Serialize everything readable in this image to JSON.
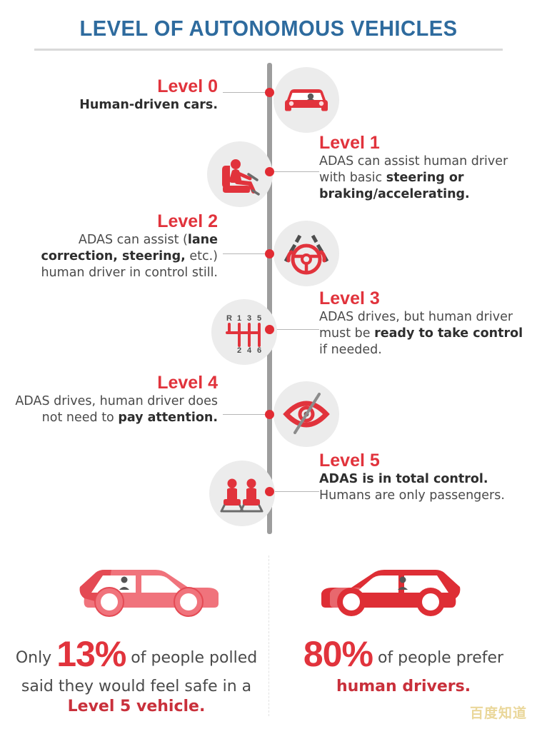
{
  "header": {
    "title": "LEVEL OF AUTONOMOUS VEHICLES",
    "title_color": "#2E6B9E"
  },
  "theme": {
    "accent_red": "#E1333C",
    "timeline_gray": "#9D9D9D",
    "icon_circle_bg": "#ECECEC",
    "body_text": "#4A4A4A"
  },
  "levels": [
    {
      "heading": "Level 0",
      "side": "left",
      "icon": "front-car-icon",
      "body_parts": [
        {
          "text": "Human-driven cars.",
          "bold": true
        }
      ]
    },
    {
      "heading": "Level 1",
      "side": "right",
      "icon": "seated-driver-icon",
      "body_parts": [
        {
          "text": "ADAS can assist human driver with basic ",
          "bold": false
        },
        {
          "text": "steering or braking/accelerating.",
          "bold": true
        }
      ]
    },
    {
      "heading": "Level 2",
      "side": "left",
      "icon": "steering-wheel-lane-icon",
      "body_parts": [
        {
          "text": "ADAS can assist (",
          "bold": false
        },
        {
          "text": "lane correction, steering,",
          "bold": true
        },
        {
          "text": " etc.) human driver in control still.",
          "bold": false
        }
      ]
    },
    {
      "heading": "Level 3",
      "side": "right",
      "icon": "gear-shifter-icon",
      "body_parts": [
        {
          "text": "ADAS drives, but human driver must be ",
          "bold": false
        },
        {
          "text": "ready to take control",
          "bold": true
        },
        {
          "text": " if needed.",
          "bold": false
        }
      ]
    },
    {
      "heading": "Level 4",
      "side": "left",
      "icon": "eye-slash-icon",
      "body_parts": [
        {
          "text": "ADAS drives, human driver does not need to ",
          "bold": false
        },
        {
          "text": "pay attention.",
          "bold": true
        }
      ]
    },
    {
      "heading": "Level 5",
      "side": "right",
      "icon": "passenger-seats-icon",
      "body_parts": [
        {
          "text": "ADAS is in total control.",
          "bold": true
        },
        {
          "text": " Humans are only passengers.",
          "bold": false
        }
      ]
    }
  ],
  "gear_shifter": {
    "top_labels": [
      "R",
      "1",
      "3",
      "5"
    ],
    "bottom_labels": [
      "2",
      "4",
      "6"
    ]
  },
  "stats": {
    "left": {
      "car_icon": "hatchback-left-facing-icon",
      "prefix": "Only ",
      "percent": "13%",
      "suffix": " of people polled said they would feel safe in a ",
      "emphasis": "Level 5 vehicle.",
      "car_color": "#F0737C"
    },
    "right": {
      "car_icon": "hatchback-right-facing-icon",
      "prefix": "",
      "percent": "80%",
      "suffix": " of people prefer ",
      "emphasis": "human drivers.",
      "car_color": "#DE2E35"
    }
  },
  "watermark": {
    "text": "百度知道"
  }
}
